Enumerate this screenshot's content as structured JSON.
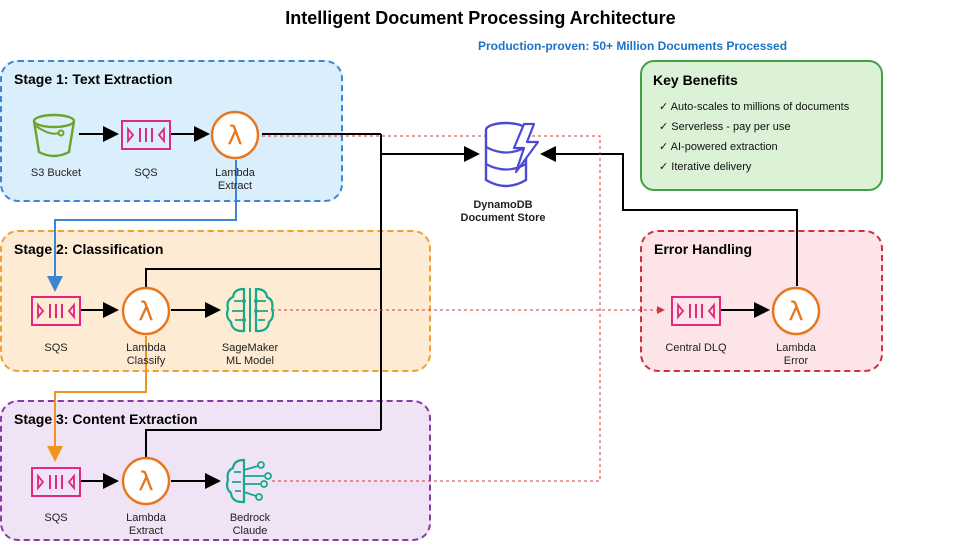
{
  "header": {
    "title": "Intelligent Document Processing Architecture",
    "subtitle": "Production-proven: 50+ Million Documents Processed"
  },
  "stages": {
    "stage1": {
      "label": "Stage 1: Text Extraction",
      "s3_label": "S3 Bucket",
      "sqs_label": "SQS",
      "lambda_line1": "Lambda",
      "lambda_line2": "Extract"
    },
    "stage2": {
      "label": "Stage 2: Classification",
      "sqs_label": "SQS",
      "lambda_line1": "Lambda",
      "lambda_line2": "Classify",
      "ml_line1": "SageMaker",
      "ml_line2": "ML Model"
    },
    "stage3": {
      "label": "Stage 3: Content Extraction",
      "sqs_label": "SQS",
      "lambda_line1": "Lambda",
      "lambda_line2": "Extract",
      "ai_line1": "Bedrock",
      "ai_line2": "Claude"
    }
  },
  "dynamodb": {
    "line1": "DynamoDB",
    "line2": "Document Store"
  },
  "benefits": {
    "title": "Key Benefits",
    "items": [
      "✓ Auto-scales to millions of documents",
      "✓ Serverless - pay per use",
      "✓ AI-powered extraction",
      "✓ Iterative delivery"
    ]
  },
  "error_handling": {
    "title": "Error Handling",
    "dlq_label": "Central DLQ",
    "lambda_line1": "Lambda",
    "lambda_line2": "Error"
  },
  "colors": {
    "stage1_fill": "#dbeefb",
    "stage1_border": "#3d84d4",
    "stage2_fill": "#fdebd3",
    "stage2_border": "#f0a030",
    "stage3_fill": "#efe3f5",
    "stage3_border": "#8a3aa8",
    "benefits_fill": "#dbf2d6",
    "benefits_border": "#43a047",
    "error_fill": "#fce4e8",
    "error_border": "#d0303a",
    "lambda": "#e8761b",
    "sqs": "#e0287e",
    "s3": "#6aa42b",
    "ml": "#19a88a",
    "dynamodb": "#4a4ad6",
    "dashed_red": "#d23a3a"
  }
}
